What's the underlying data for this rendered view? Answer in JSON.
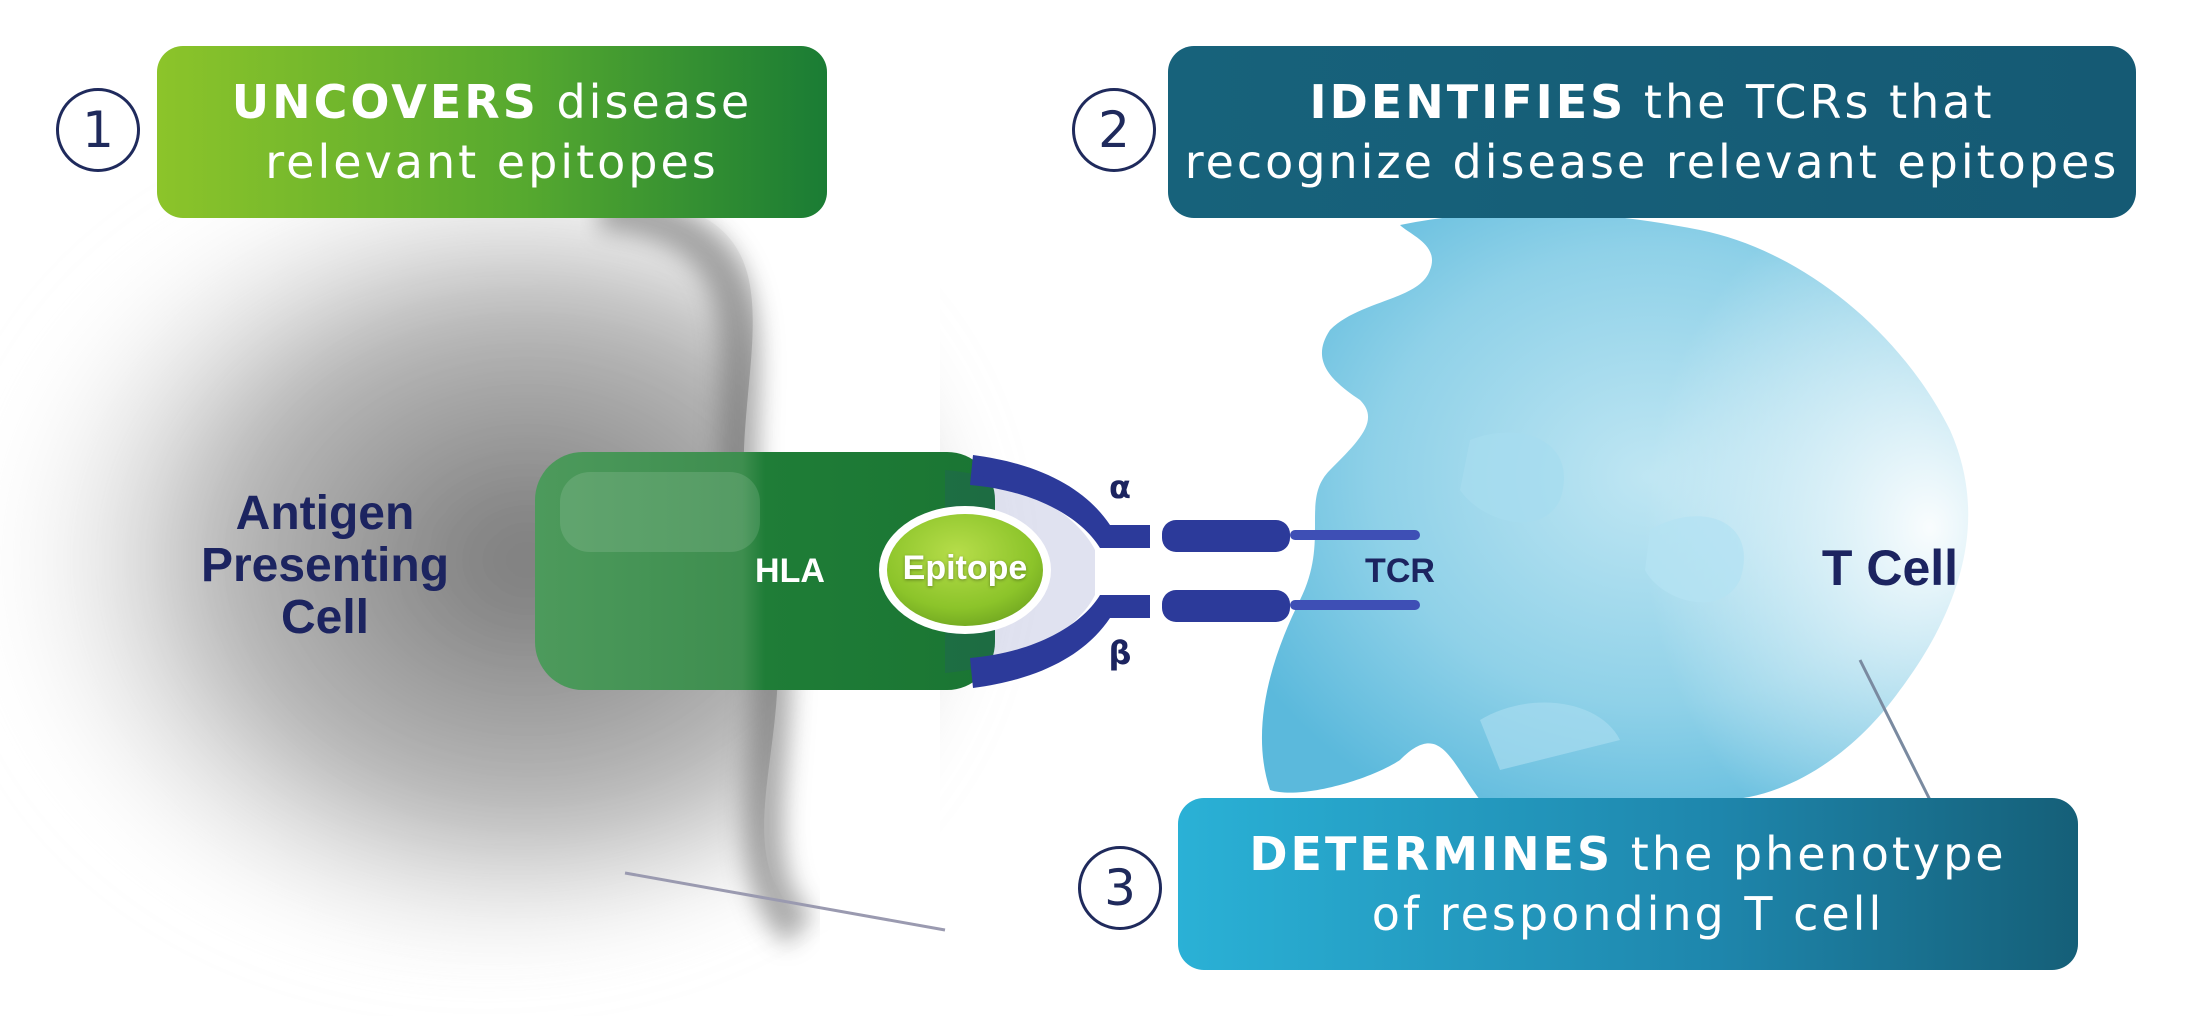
{
  "steps": [
    {
      "number": "1",
      "emphasis": "UNCOVERS",
      "rest_line1": " disease",
      "line2": "relevant epitopes"
    },
    {
      "number": "2",
      "emphasis": "IDENTIFIES",
      "rest_line1": " the TCRs that",
      "line2": "recognize disease relevant epitopes"
    },
    {
      "number": "3",
      "emphasis": "DETERMINES",
      "rest_line1": " the phenotype",
      "line2": "of responding T cell"
    }
  ],
  "labels": {
    "apc_line1": "Antigen",
    "apc_line2": "Presenting",
    "apc_line3": "Cell",
    "tcell": "T Cell",
    "hla": "HLA",
    "epitope": "Epitope",
    "tcr": "TCR",
    "alpha": "α",
    "beta": "β"
  },
  "colors": {
    "navy": "#1c2460",
    "green_dark": "#1e7f3a",
    "green_light": "#8cc42a",
    "receptor_blue": "#2c3a9a",
    "tcell_blue": "#6ec3e0",
    "callout_teal": "#155a74",
    "callout_cyan": "#2ab1d6"
  }
}
